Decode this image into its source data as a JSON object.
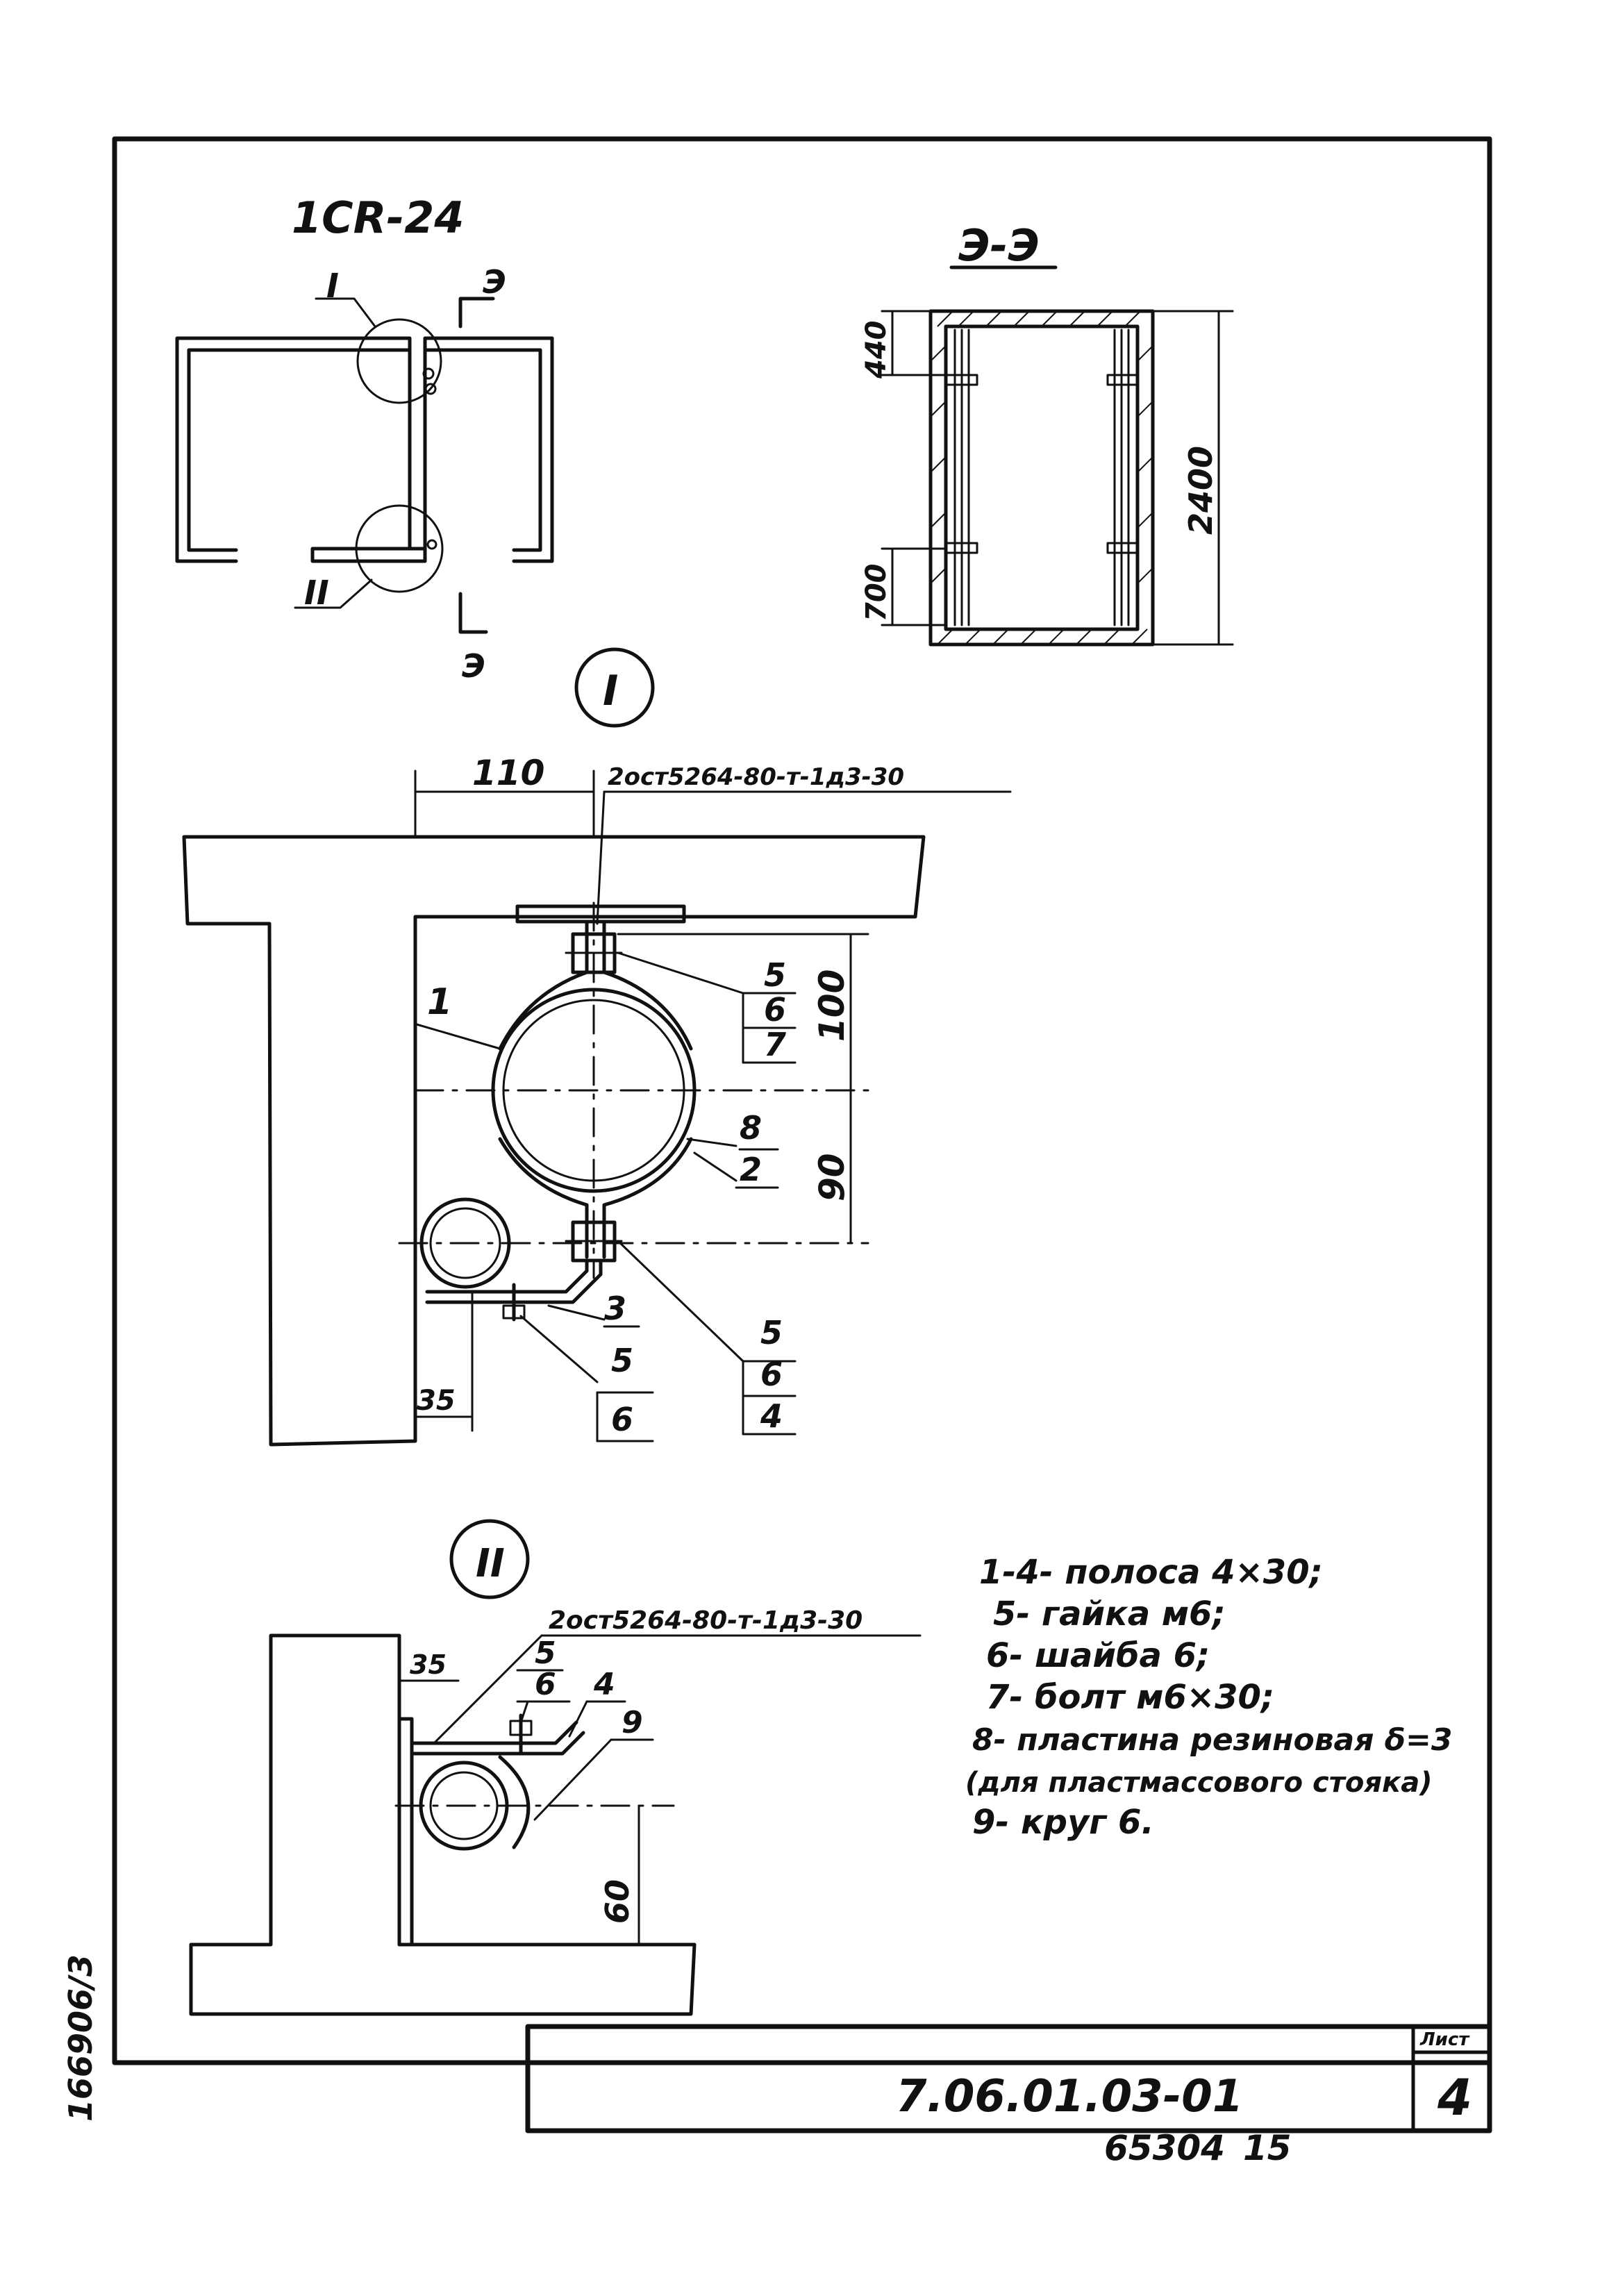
{
  "drawing": {
    "section_title": "1СR-24",
    "view_title": "Э-Э",
    "cut_mark": "Э",
    "mark_I": "I",
    "mark_II": "II",
    "view_I_label": "I",
    "view_II_label": "II",
    "doc_number": "7.06.01.03-01",
    "sheet_label": "Лист",
    "sheet_number": "4",
    "side_number": "166906/3",
    "bottom_code": "65304",
    "bottom_num": "15"
  },
  "view_section": {
    "dim_top": "440",
    "dim_height": "2400",
    "dim_bottom": "700"
  },
  "detail_I": {
    "dim_offset": "110",
    "standard": "2ост5264-80-т-1д3-30",
    "dim_upper": "100",
    "dim_lower": "90",
    "dim_side": "35",
    "callouts": {
      "c1": "1",
      "c2": "2",
      "c3": "3",
      "c8": "8",
      "top_a": "5",
      "top_b": "6",
      "top_c": "7",
      "bottom_a": "5",
      "bottom_b": "6",
      "bottom_c": "4",
      "mid_a": "5",
      "mid_b": "6"
    }
  },
  "detail_II": {
    "standard": "2ост5264-80-т-1д3-30",
    "dim_side": "35",
    "dim_low": "60",
    "callouts": {
      "c5": "5",
      "c6": "6",
      "c4": "4",
      "c9": "9"
    }
  },
  "legend": [
    "1-4- полоса 4×30;",
    "5- гайка м6;",
    "6- шайба 6;",
    "7- болт м6×30;",
    "8- пластина резиновая δ=3",
    "(для пластмассового стояка)",
    "9- круг 6."
  ]
}
